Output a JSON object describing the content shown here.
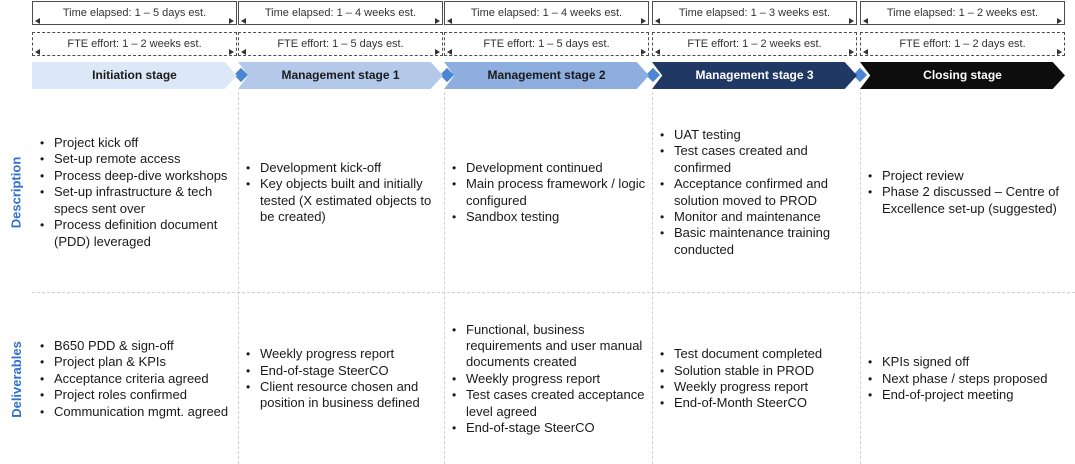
{
  "row_labels": {
    "description": "Description",
    "deliverables": "Deliverables"
  },
  "stages": [
    {
      "name": "Initiation stage",
      "time_elapsed": "Time elapsed: 1 – 5 days est.",
      "fte_effort": "FTE effort: 1 – 2 weeks est.",
      "description": [
        "Project kick off",
        "Set-up remote access",
        "Process deep-dive workshops",
        "Set-up infrastructure & tech specs sent over",
        "Process definition document (PDD) leveraged"
      ],
      "deliverables": [
        "B650 PDD & sign-off",
        "Project plan & KPIs",
        "Acceptance criteria agreed",
        "Project roles confirmed",
        "Communication mgmt. agreed"
      ]
    },
    {
      "name": "Management stage 1",
      "time_elapsed": "Time elapsed: 1 – 4 weeks est.",
      "fte_effort": "FTE effort: 1 – 5 days est.",
      "description": [
        "Development kick-off",
        "Key objects built and initially tested (X estimated objects to be created)"
      ],
      "deliverables": [
        "Weekly progress report",
        "End-of-stage SteerCO",
        "Client resource chosen and position in business defined"
      ]
    },
    {
      "name": "Management stage 2",
      "time_elapsed": "Time elapsed: 1 – 4 weeks est.",
      "fte_effort": "FTE effort: 1 – 5 days est.",
      "description": [
        "Development continued",
        "Main process framework / logic configured",
        "Sandbox testing"
      ],
      "deliverables": [
        "Functional, business requirements and user manual documents created",
        "Weekly progress report",
        "Test cases created acceptance level agreed",
        "End-of-stage SteerCO"
      ]
    },
    {
      "name": "Management stage 3",
      "time_elapsed": "Time elapsed: 1 – 3 weeks est.",
      "fte_effort": "FTE effort: 1 – 2 weeks est.",
      "description": [
        "UAT testing",
        "Test cases created and confirmed",
        "Acceptance confirmed and solution moved to PROD",
        "Monitor and maintenance",
        "Basic maintenance training conducted"
      ],
      "deliverables": [
        "Test document completed",
        "Solution stable in PROD",
        "Weekly progress report",
        "End-of-Month SteerCO"
      ]
    },
    {
      "name": "Closing stage",
      "time_elapsed": "Time elapsed: 1 – 2 weeks est.",
      "fte_effort": "FTE effort: 1 – 2 days est.",
      "description": [
        "Project review",
        "Phase 2 discussed – Centre of Excellence set-up (suggested)"
      ],
      "deliverables": [
        "KPIs signed off",
        "Next phase / steps proposed",
        "End-of-project meeting"
      ]
    }
  ]
}
